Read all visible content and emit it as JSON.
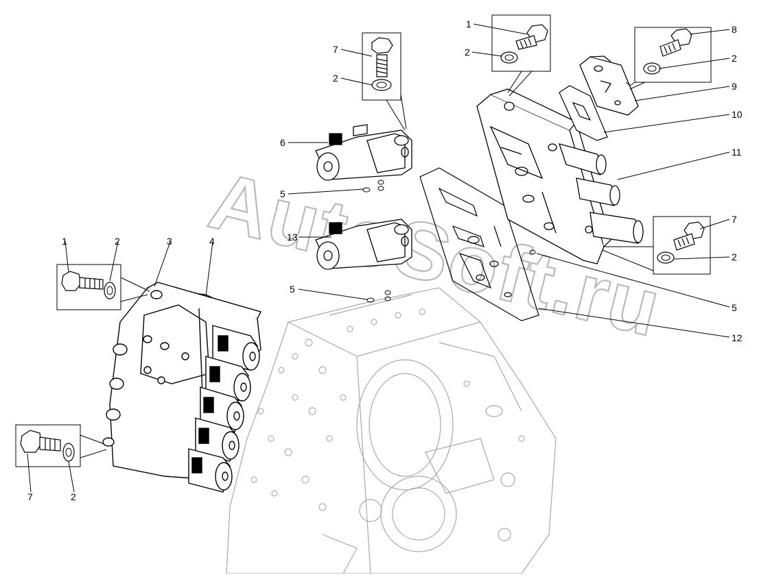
{
  "watermark": "AutoSoft.ru",
  "callouts": {
    "c1_top": "1",
    "c2_top": "2",
    "c8": "8",
    "c2_tr": "2",
    "c9": "9",
    "c10": "10",
    "c11": "11",
    "c7_right": "7",
    "c2_right": "2",
    "c5_right": "5",
    "c12": "12",
    "c7_mid": "7",
    "c2_mid": "2",
    "c6": "6",
    "c5_mid": "5",
    "c13": "13",
    "c5_low": "5",
    "c1_left": "1",
    "c2_left": "2",
    "c3": "3",
    "c4": "4",
    "c7_left": "7",
    "c2_bottom": "2"
  },
  "parts": {
    "bolt": "bolt-part",
    "washer": "washer-part",
    "solenoid_valve": "solenoid-valve-part",
    "valve_body": "valve-body-part",
    "gasket": "gasket-part",
    "plate": "control-plate-part",
    "housing": "gearbox-housing-part"
  }
}
